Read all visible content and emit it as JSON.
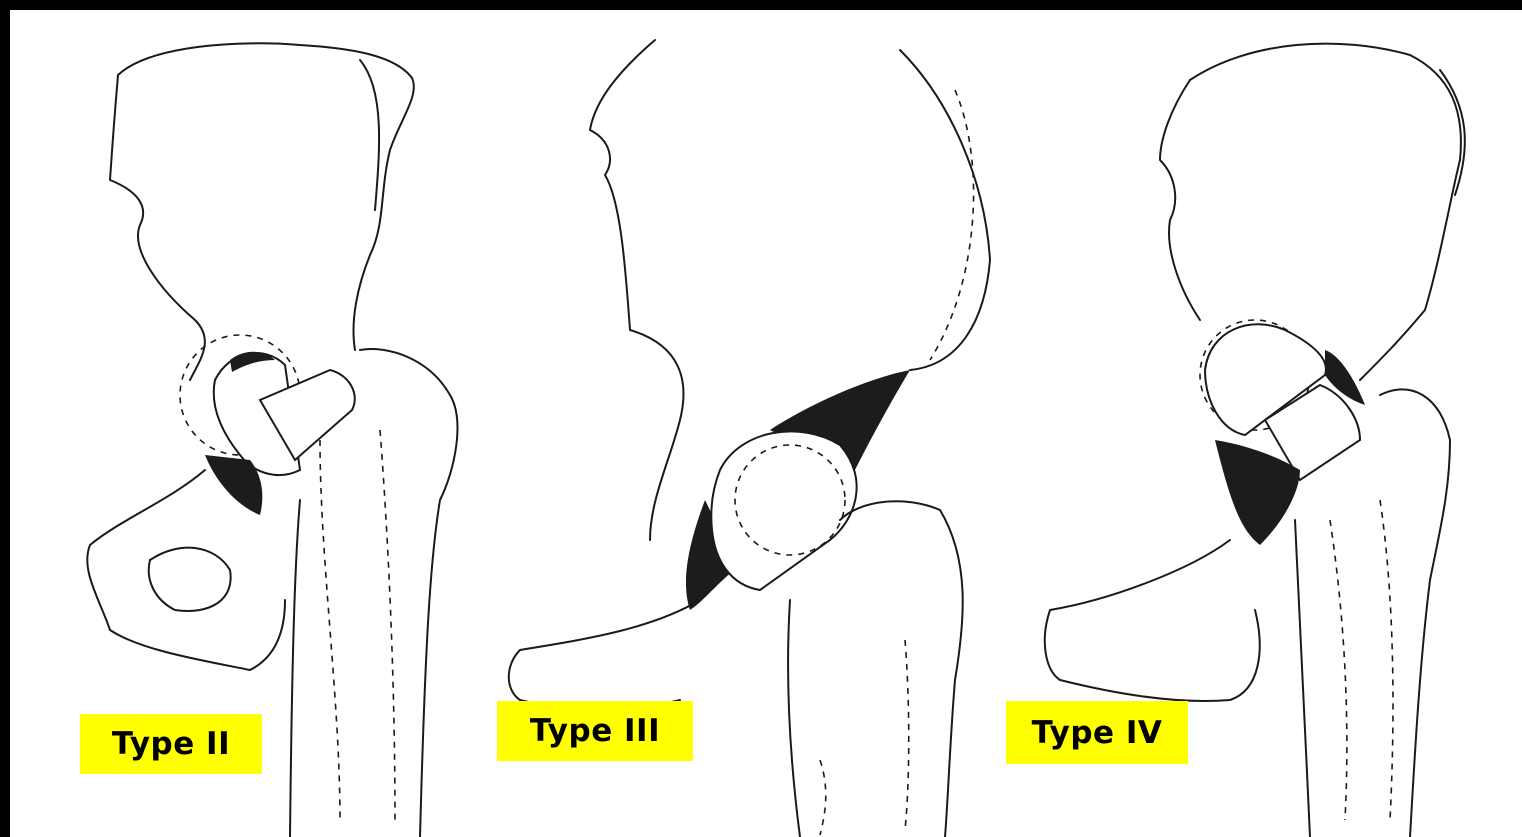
{
  "labels": {
    "type_2": "Type II",
    "type_3": "Type III",
    "type_4": "Type IV"
  },
  "colors": {
    "frame": "#000000",
    "illustration_bg": "#ffffff",
    "label_bg": "#ffff00",
    "label_text": "#000000"
  }
}
